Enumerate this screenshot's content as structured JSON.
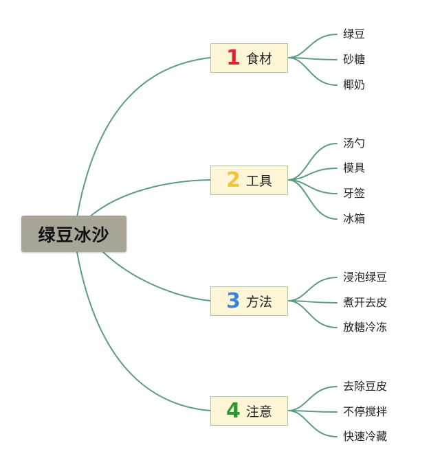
{
  "root": {
    "label": "绿豆冰沙"
  },
  "branches": [
    {
      "number": "1",
      "label": "食材",
      "color": "#d8262e",
      "leaves": [
        "绿豆",
        "砂糖",
        "椰奶"
      ]
    },
    {
      "number": "2",
      "label": "工具",
      "color": "#f2c43a",
      "leaves": [
        "汤勺",
        "模具",
        "牙签",
        "冰箱"
      ]
    },
    {
      "number": "3",
      "label": "方法",
      "color": "#3a86d6",
      "leaves": [
        "浸泡绿豆",
        "煮开去皮",
        "放糖冷冻"
      ]
    },
    {
      "number": "4",
      "label": "注意",
      "color": "#2e9a35",
      "leaves": [
        "去除豆皮",
        "不停搅拌",
        "快速冷藏"
      ]
    }
  ],
  "colors": {
    "connector": "#5d9a83",
    "root_fill": "#a8a597",
    "branch_fill": "#fdf6d6",
    "branch_border": "#a9c9a6"
  }
}
